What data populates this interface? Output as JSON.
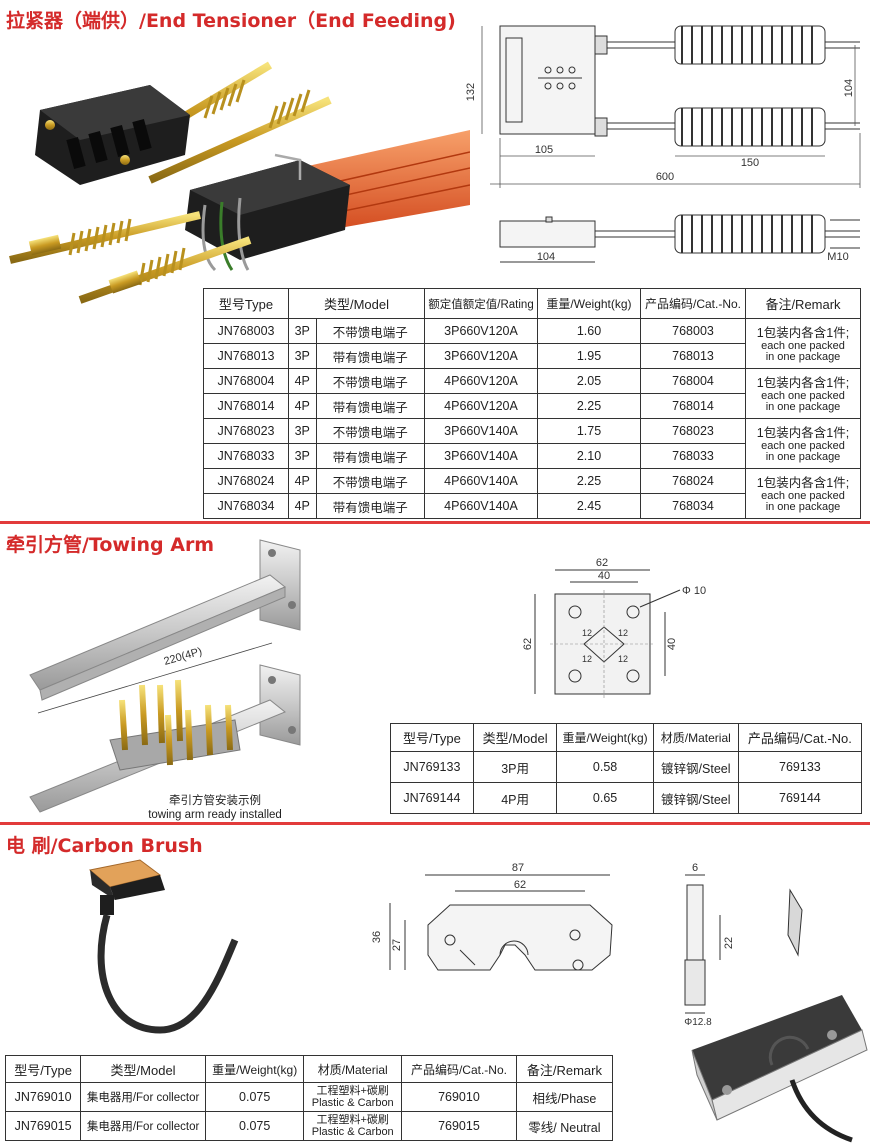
{
  "sections": {
    "tensioner": {
      "title": "拉紧器（端供）/End Tensioner（End Feeding)"
    },
    "towing": {
      "title": "牵引方管/Towing Arm"
    },
    "brush": {
      "title": "电 刷/Carbon Brush"
    }
  },
  "tensioner_table": {
    "headers": [
      "型号Type",
      "类型/Model",
      "额定值额定值/Rating",
      "重量/Weight(kg)",
      "产品编码/Cat.-No.",
      "备注/Remark"
    ],
    "rows": [
      {
        "type": "JN768003",
        "poles": "3P",
        "model": "不带馈电端子",
        "rating": "3P660V120A",
        "weight": "1.60",
        "cat": "768003"
      },
      {
        "type": "JN768013",
        "poles": "3P",
        "model": "带有馈电端子",
        "rating": "3P660V120A",
        "weight": "1.95",
        "cat": "768013"
      },
      {
        "type": "JN768004",
        "poles": "4P",
        "model": "不带馈电端子",
        "rating": "4P660V120A",
        "weight": "2.05",
        "cat": "768004"
      },
      {
        "type": "JN768014",
        "poles": "4P",
        "model": "带有馈电端子",
        "rating": "4P660V120A",
        "weight": "2.25",
        "cat": "768014"
      },
      {
        "type": "JN768023",
        "poles": "3P",
        "model": "不带馈电端子",
        "rating": "3P660V140A",
        "weight": "1.75",
        "cat": "768023"
      },
      {
        "type": "JN768033",
        "poles": "3P",
        "model": "带有馈电端子",
        "rating": "3P660V140A",
        "weight": "2.10",
        "cat": "768033"
      },
      {
        "type": "JN768024",
        "poles": "4P",
        "model": "不带馈电端子",
        "rating": "4P660V140A",
        "weight": "2.25",
        "cat": "768024"
      },
      {
        "type": "JN768034",
        "poles": "4P",
        "model": "带有馈电端子",
        "rating": "4P660V140A",
        "weight": "2.45",
        "cat": "768034"
      }
    ],
    "remark_cn": "1包装内各含1件;",
    "remark_en1": "each one packed",
    "remark_en2": "in one package"
  },
  "tensioner_dims": {
    "d132": "132",
    "d104": "104",
    "d105": "105",
    "d150": "150",
    "d600": "600",
    "d104b": "104",
    "m10": "M10"
  },
  "towing_dims": {
    "d62a": "62",
    "d40a": "40",
    "phi": "Φ 10",
    "d62b": "62",
    "d40b": "40",
    "d12a": "12",
    "d12b": "12",
    "d12c": "12",
    "d12d": "12",
    "len": "220(4P)"
  },
  "towing_caption": {
    "cn": "牵引方管安装示例",
    "en": "towing arm ready installed"
  },
  "towing_table": {
    "headers": [
      "型号/Type",
      "类型/Model",
      "重量/Weight(kg)",
      "材质/Material",
      "产品编码/Cat.-No."
    ],
    "rows": [
      {
        "type": "JN769133",
        "model": "3P用",
        "weight": "0.58",
        "material": "镀锌钢/Steel",
        "cat": "769133"
      },
      {
        "type": "JN769144",
        "model": "4P用",
        "weight": "0.65",
        "material": "镀锌钢/Steel",
        "cat": "769144"
      }
    ]
  },
  "brush_dims": {
    "d87": "87",
    "d62": "62",
    "d36": "36",
    "d27": "27",
    "d6": "6",
    "d22": "22",
    "d128": "Φ12.8"
  },
  "brush_table": {
    "headers": [
      "型号/Type",
      "类型/Model",
      "重量/Weight(kg)",
      "材质/Material",
      "产品编码/Cat.-No.",
      "备注/Remark"
    ],
    "rows": [
      {
        "type": "JN769010",
        "model": "集电器用/For collector",
        "weight": "0.075",
        "mat_cn": "工程塑料+碳刷",
        "mat_en": "Plastic & Carbon",
        "cat": "769010",
        "remark": "相线/Phase"
      },
      {
        "type": "JN769015",
        "model": "集电器用/For collector",
        "weight": "0.075",
        "mat_cn": "工程塑料+碳刷",
        "mat_en": "Plastic & Carbon",
        "cat": "769015",
        "remark": "零线/ Neutral"
      }
    ]
  },
  "colors": {
    "accent": "#d42a2a",
    "rule": "#e23b3b",
    "brass": "#d8b43a",
    "body": "#222222",
    "rail": "#e9673b"
  }
}
